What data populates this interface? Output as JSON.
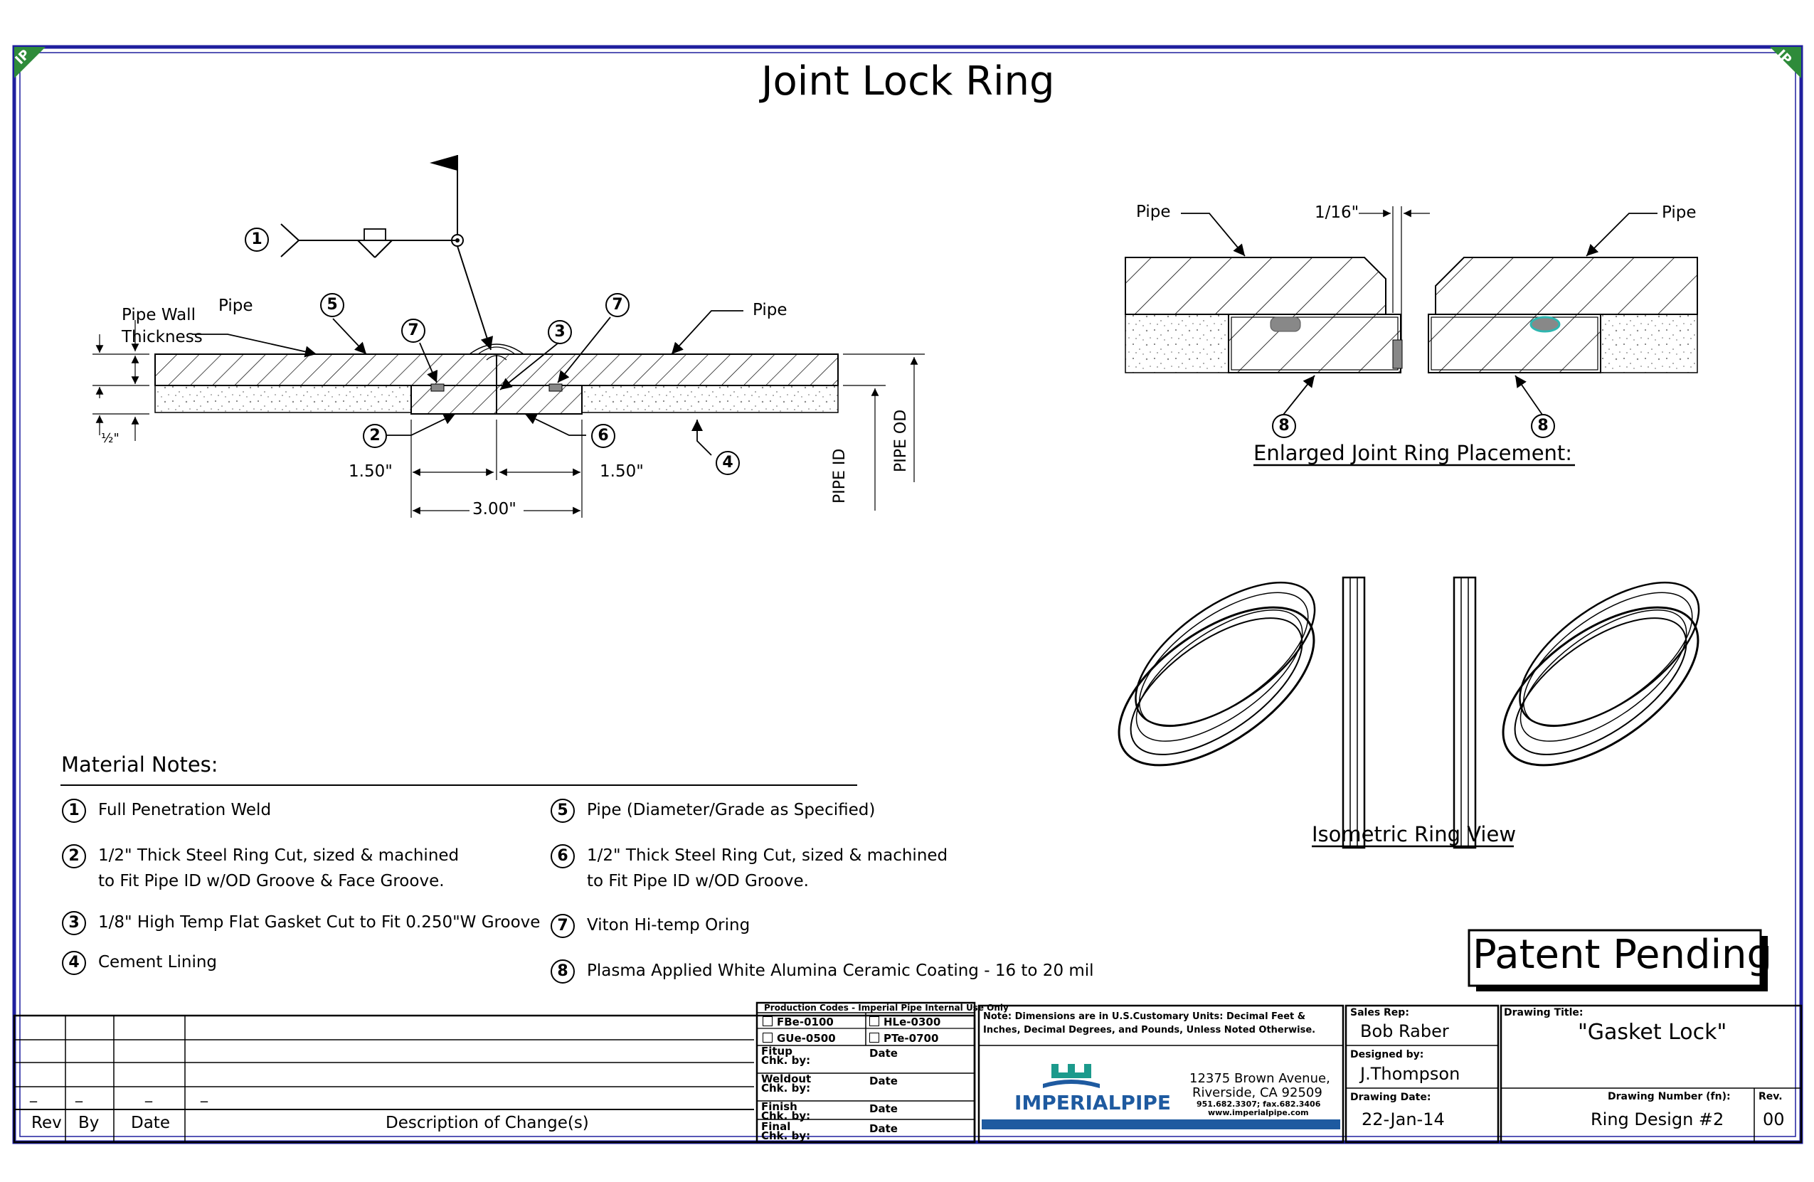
{
  "title": "Joint Lock Ring",
  "corner_mark": "IP",
  "section_view": {
    "labels": {
      "pipe_wall_thickness_1": "Pipe Wall",
      "pipe_wall_thickness_2": "Thickness",
      "pipe_left": "Pipe",
      "pipe_right": "Pipe",
      "half_inch": "½\"",
      "dim_left": "1.50\"",
      "dim_right": "1.50\"",
      "dim_total": "3.00\"",
      "pipe_id": "PIPE ID",
      "pipe_od": "PIPE OD"
    },
    "callouts": [
      "1",
      "5",
      "7",
      "3",
      "7",
      "2",
      "6",
      "4"
    ]
  },
  "enlarged_view": {
    "pipe_left": "Pipe",
    "pipe_right": "Pipe",
    "gap": "1/16\"",
    "callouts": [
      "8",
      "8"
    ],
    "caption": "Enlarged Joint Ring Placement:"
  },
  "isometric_caption": "Isometric Ring View",
  "material_notes": {
    "heading": "Material Notes:",
    "items": [
      {
        "num": "1",
        "line1": "Full Penetration Weld",
        "line2": ""
      },
      {
        "num": "2",
        "line1": "1/2\"  Thick Steel Ring Cut, sized & machined",
        "line2": "to Fit Pipe ID w/OD Groove & Face Groove."
      },
      {
        "num": "3",
        "line1": "1/8\" High Temp Flat Gasket Cut to Fit 0.250\"W Groove",
        "line2": ""
      },
      {
        "num": "4",
        "line1": "Cement Lining",
        "line2": ""
      },
      {
        "num": "5",
        "line1": "Pipe (Diameter/Grade as Specified)",
        "line2": ""
      },
      {
        "num": "6",
        "line1": "1/2\"  Thick Steel Ring Cut, sized & machined",
        "line2": "to Fit Pipe ID w/OD Groove."
      },
      {
        "num": "7",
        "line1": "Viton Hi-temp Oring",
        "line2": ""
      },
      {
        "num": "8",
        "line1": "Plasma Applied White Alumina Ceramic Coating - 16 to 20 mil",
        "line2": ""
      }
    ]
  },
  "patent": "Patent Pending",
  "revision_block": {
    "dashes": [
      "_",
      "_",
      "_",
      "_"
    ],
    "headers": [
      "Rev",
      "By",
      "Date",
      "Description of Change(s)"
    ]
  },
  "production_codes": {
    "heading": "Production Codes - Imperial Pipe Internal Use Only",
    "codes": [
      "FBe-0100",
      "HLe-0300",
      "GUe-0500",
      "PTe-0700"
    ],
    "rows": [
      {
        "a": "Fitup",
        "b": "Chk. by:",
        "date": "Date"
      },
      {
        "a": "Weldout",
        "b": "Chk. by:",
        "date": "Date"
      },
      {
        "a": "Finish",
        "b": "Chk. by:",
        "date": "Date"
      },
      {
        "a": "Final",
        "b": "Chk. by:",
        "date": "Date"
      }
    ]
  },
  "company": {
    "note": "Note: Dimensions are in U.S.Customary Units: Decimal Feet & Inches, Decimal Degrees, and Pounds, Unless Noted Otherwise.",
    "name": "IMPERIALPIPE",
    "address1": "12375 Brown Avenue,",
    "address2": "Riverside, CA 92509",
    "phone": "951.682.3307;   fax.682.3406",
    "web": "www.imperialpipe.com",
    "brand_color": "#1e5aa0",
    "accent_color": "#1c9a8c"
  },
  "title_block": {
    "sales_rep_label": "Sales Rep:",
    "sales_rep": "Bob Raber",
    "designed_by_label": "Designed by:",
    "designed_by": "J.Thompson",
    "drawing_date_label": "Drawing Date:",
    "drawing_date": "22-Jan-14",
    "drawing_title_label": "Drawing Title:",
    "drawing_title": "\"Gasket Lock\"",
    "drawing_number_label": "Drawing Number (fn):",
    "drawing_number": "Ring Design #2",
    "rev_label": "Rev.",
    "rev": "00"
  },
  "colors": {
    "border": "#1f1f9e",
    "oring_teal": "#2fb6b0",
    "gasket_gray": "#888888"
  }
}
